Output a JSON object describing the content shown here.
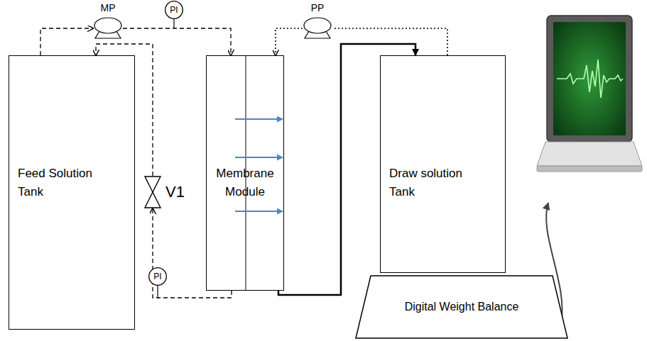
{
  "diagram": {
    "nodes": [
      {
        "text": [
          "Feed Solution Tank"
        ]
      },
      {
        "text": [
          "MP"
        ]
      },
      {
        "text": [
          "PI"
        ]
      },
      {
        "text": [
          "V1"
        ]
      },
      {
        "text": [
          "Membrane Module"
        ]
      },
      {
        "text": [
          "PI"
        ]
      },
      {
        "text": [
          "PP"
        ]
      },
      {
        "text": [
          "Draw solution Tank"
        ]
      },
      {
        "text": [
          "Digital Weight Balance"
        ]
      }
    ],
    "edges": [
      {
        "from": 0,
        "to": 1,
        "arrow": "to"
      },
      {
        "from": 1,
        "to": 4,
        "arrow": "to"
      },
      {
        "from": 4,
        "to": 3,
        "arrow": "to"
      },
      {
        "from": 3,
        "to": 0,
        "arrow": "to"
      },
      {
        "from": 7,
        "to": 6,
        "arrow": "none"
      },
      {
        "from": 6,
        "to": 4,
        "arrow": "to"
      },
      {
        "from": 4,
        "to": 7,
        "arrow": "to"
      }
    ]
  }
}
